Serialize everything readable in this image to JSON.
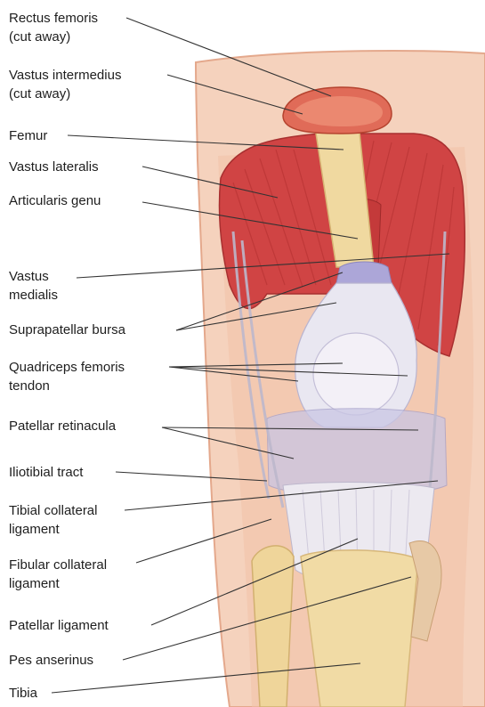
{
  "labels": [
    {
      "id": "rectus-femoris",
      "text": "Rectus femoris\n(cut away)"
    },
    {
      "id": "vastus-intermedius",
      "text": "Vastus intermedius\n(cut away)"
    },
    {
      "id": "femur",
      "text": "Femur"
    },
    {
      "id": "vastus-lateralis",
      "text": "Vastus lateralis"
    },
    {
      "id": "articularis-genu",
      "text": "Articularis genu"
    },
    {
      "id": "vastus-medialis",
      "text": "Vastus\nmedialis"
    },
    {
      "id": "suprapatellar-bursa",
      "text": "Suprapatellar bursa"
    },
    {
      "id": "quadriceps-femoris-tendon",
      "text": "Quadriceps femoris\ntendon"
    },
    {
      "id": "patellar-retinacula",
      "text": "Patellar retinacula"
    },
    {
      "id": "iliotibial-tract",
      "text": "Iliotibial tract"
    },
    {
      "id": "tibial-collateral-ligament",
      "text": "Tibial collateral\nligament"
    },
    {
      "id": "fibular-collateral-ligament",
      "text": "Fibular collateral\nligament"
    },
    {
      "id": "patellar-ligament",
      "text": "Patellar ligament"
    },
    {
      "id": "pes-anserinus",
      "text": "Pes anserinus"
    },
    {
      "id": "tibia",
      "text": "Tibia"
    }
  ],
  "colors": {
    "skin": "#f3c9b0",
    "skin_edge": "#e8a78b",
    "muscle": "#d24545",
    "muscle_dark": "#b52e2e",
    "bone": "#f0d9a0",
    "bone_edge": "#d9b978",
    "tendon": "#e6e3ec",
    "bursa": "#b6b3d8",
    "leader_line": "#333333"
  }
}
